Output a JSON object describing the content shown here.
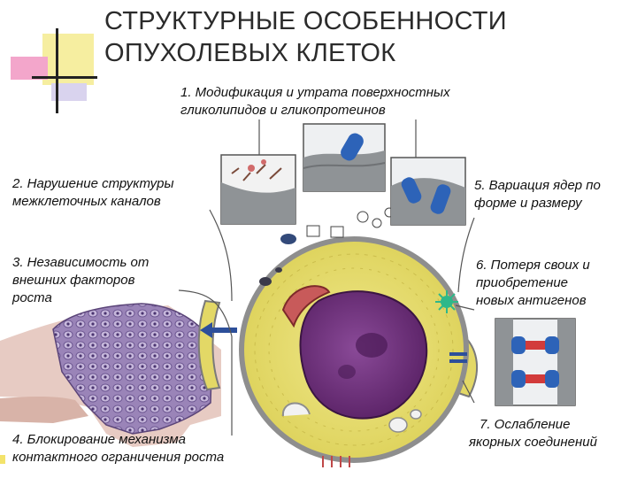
{
  "slide": {
    "title_line1": "СТРУКТУРНЫЕ ОСОБЕННОСТИ",
    "title_line2": "ОПУХОЛЕВЫХ КЛЕТОК"
  },
  "labels": {
    "item1_line1": "1. Модификация и утрата поверхностных",
    "item1_line2": "гликолипидов и гликопротеинов",
    "item2_line1": "2. Нарушение структуры",
    "item2_line2": "межклеточных каналов",
    "item3_line1": "3. Независимость от",
    "item3_line2": "внешних факторов",
    "item3_line3": "роста",
    "item4_line1": "4. Блокирование механизма",
    "item4_line2": "контактного ограничения роста",
    "item5_line1": "5. Вариация ядер по",
    "item5_line2": "форме и размеру",
    "item6_line1": "6. Потеря своих  и",
    "item6_line2": "приобретение",
    "item6_line3": "новых антигенов",
    "item7_line1": "7. Ослабление",
    "item7_line2": "якорных соединений"
  },
  "colors": {
    "cytoplasm": "#e8df6a",
    "nucleus": "#6e2f78",
    "membrane": "#8a8a8a",
    "receptor": "#2b5fb0",
    "accent_red": "#d23b3b",
    "deco_pink": "#f2a7c8",
    "deco_yellow": "#f3e36b"
  }
}
